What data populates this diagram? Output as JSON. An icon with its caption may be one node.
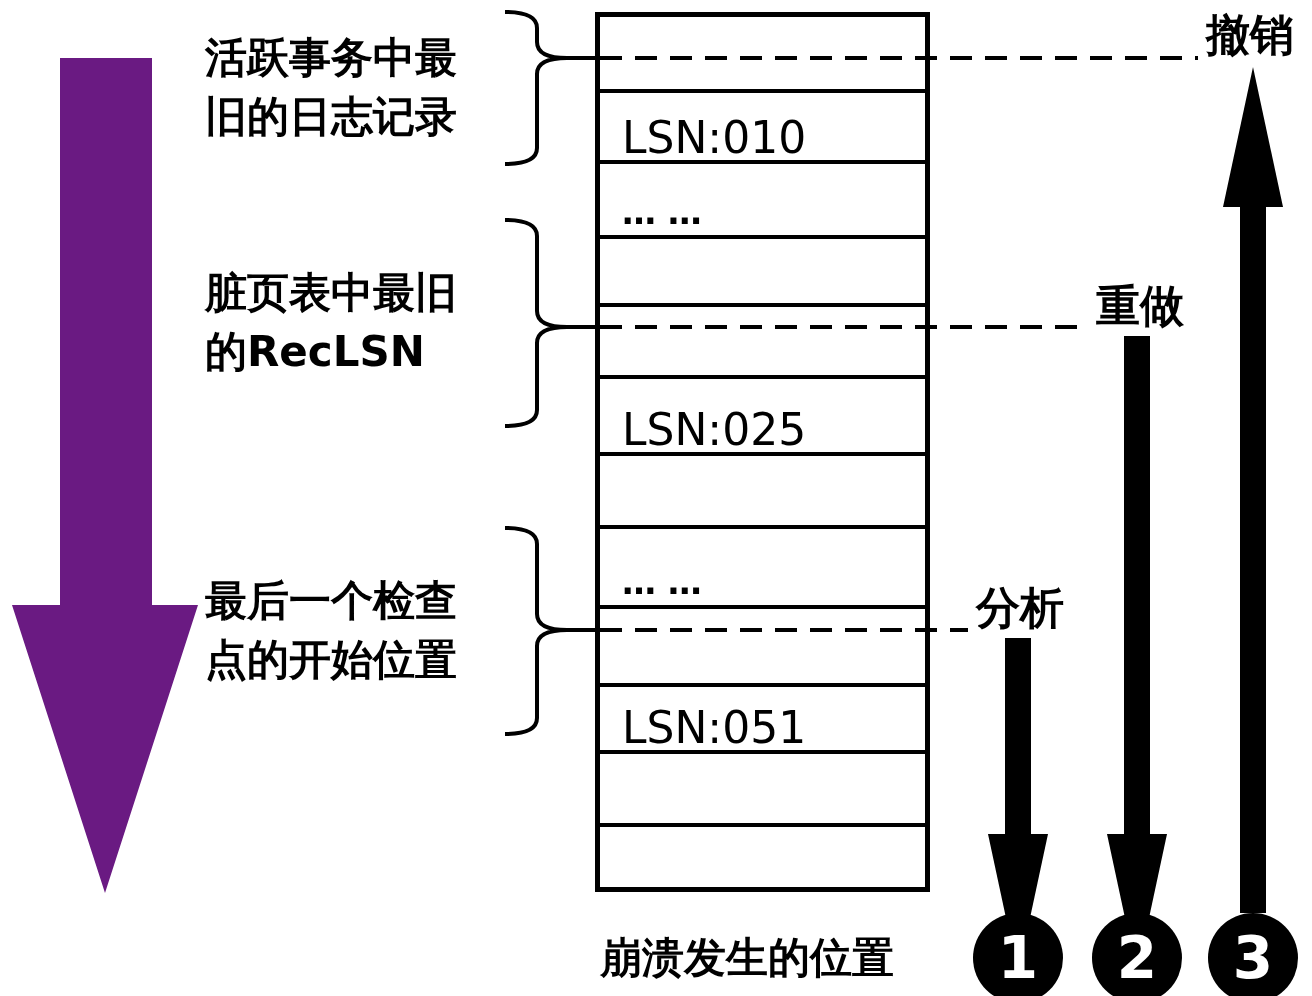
{
  "diagram": {
    "nodes": [
      {
        "text": [],
        "shape": "box"
      },
      {
        "text": [],
        "shape": "box",
        "in": 0
      },
      {
        "text": [
          "LSN:010"
        ],
        "in": 0
      },
      {
        "text": [
          "… …"
        ],
        "in": 0
      },
      {
        "text": [],
        "shape": "box",
        "in": 0
      },
      {
        "text": [],
        "shape": "box",
        "in": 0
      },
      {
        "text": [
          "LSN:025"
        ],
        "in": 0
      },
      {
        "text": [],
        "shape": "box",
        "in": 0
      },
      {
        "text": [
          "… …"
        ],
        "in": 0
      },
      {
        "text": [],
        "shape": "box",
        "in": 0
      },
      {
        "text": [
          "LSN:051"
        ],
        "in": 0
      },
      {
        "text": [],
        "shape": "box",
        "in": 0
      },
      {
        "text": [],
        "shape": "box",
        "in": 0
      },
      {
        "text": [
          "活跃事务中最旧的日志记录"
        ]
      },
      {
        "text": [
          "脏页表中最旧的RecLSN"
        ]
      },
      {
        "text": [
          "最后一个检查点的开始位置"
        ]
      },
      {
        "text": [
          "撤销"
        ]
      },
      {
        "text": [
          "重做"
        ]
      },
      {
        "text": [
          "分析"
        ]
      },
      {
        "text": [
          "1"
        ]
      },
      {
        "text": [
          "2"
        ]
      },
      {
        "text": [
          "3"
        ]
      }
    ],
    "edges": [
      {
        "from": 13,
        "to": 1,
        "arrow": "none"
      },
      {
        "from": 14,
        "to": 5,
        "arrow": "none"
      },
      {
        "from": 15,
        "to": 9,
        "arrow": "none"
      },
      {
        "from": 1,
        "to": 16,
        "arrow": "none",
        "style": "dashed"
      },
      {
        "from": 5,
        "to": 17,
        "arrow": "none",
        "style": "dashed"
      },
      {
        "from": 9,
        "to": 18,
        "arrow": "none",
        "style": "dashed"
      },
      {
        "from": 18,
        "to": 19,
        "arrow": "to",
        "style": "thick"
      },
      {
        "from": 17,
        "to": 20,
        "arrow": "to",
        "style": "thick"
      },
      {
        "from": 21,
        "to": 16,
        "arrow": "to",
        "style": "thick"
      }
    ],
    "labels": [
      "崩溃发生的位置"
    ]
  }
}
